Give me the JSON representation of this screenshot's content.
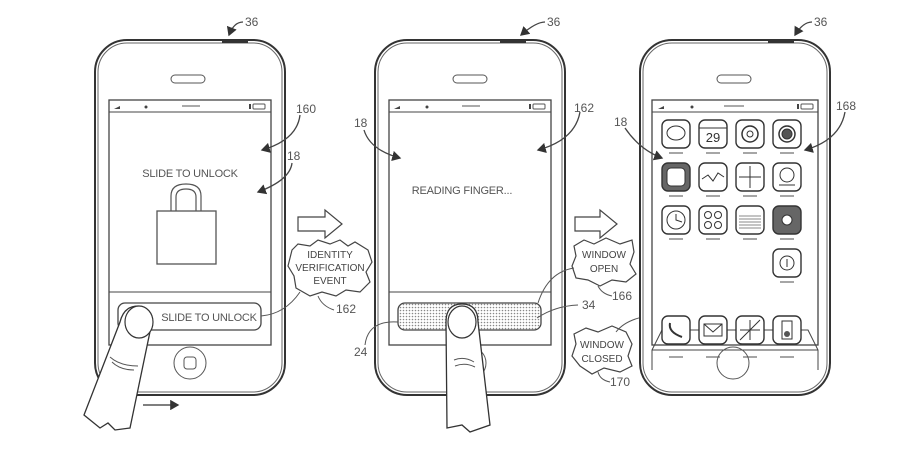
{
  "title": "Patent figure: fingerprint-based unlock sequence across three device states",
  "device_ref": "36",
  "panels": [
    {
      "id": "locked",
      "screen_text": "SLIDE TO UNLOCK",
      "slider_label": "SLIDE TO UNLOCK",
      "icon": "padlock-icon",
      "refs": {
        "screen": "160",
        "display": "18",
        "device": "36"
      }
    },
    {
      "id": "reading",
      "screen_text": "READING FINGER...",
      "refs": {
        "screen": "162",
        "display": "18",
        "device": "36",
        "sensor": "24",
        "window": "34"
      }
    },
    {
      "id": "unlocked",
      "refs": {
        "screen": "168",
        "display": "18",
        "device": "36"
      },
      "calendar_day": "29",
      "app_icons": [
        "messages-icon",
        "calendar-icon",
        "photos-icon",
        "camera-icon",
        "youtube-icon",
        "stocks-icon",
        "maps-icon",
        "weather-icon",
        "clock-icon",
        "calculator-icon",
        "notes-icon",
        "settings-icon",
        "app-store-icon"
      ],
      "dock_icons": [
        "phone-icon",
        "mail-icon",
        "safari-icon",
        "ipod-icon"
      ]
    }
  ],
  "events": [
    {
      "label_lines": [
        "IDENTITY",
        "VERIFICATION",
        "EVENT"
      ],
      "ref": "162"
    },
    {
      "label_lines": [
        "WINDOW",
        "OPEN"
      ],
      "ref": "166"
    },
    {
      "label_lines": [
        "WINDOW",
        "CLOSED"
      ],
      "ref": "170"
    }
  ]
}
